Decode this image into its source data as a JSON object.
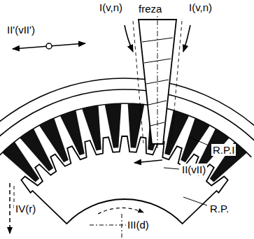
{
  "diagram": {
    "labels": [
      "I(v,n)",
      "freza",
      "I(v,n)",
      "II'(vII')",
      "R.P.I",
      "II(vII)",
      "IV(r)",
      "III(d)",
      "R.P."
    ]
  }
}
